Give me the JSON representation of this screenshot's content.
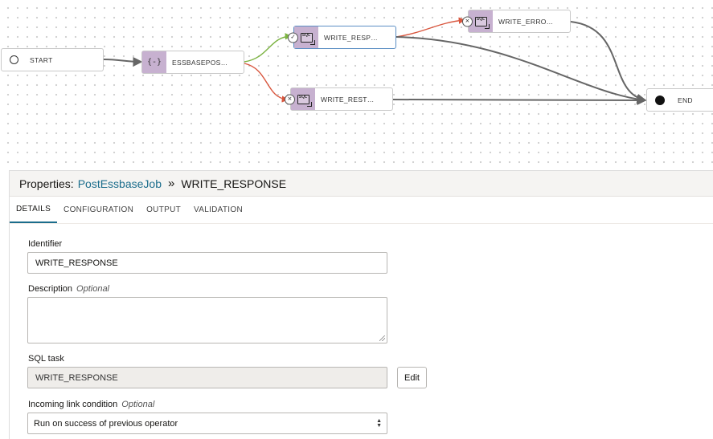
{
  "canvas": {
    "nodes": {
      "start": {
        "label": "START"
      },
      "essbase": {
        "label": "ESSBASEPOS…",
        "icon": "{-}"
      },
      "write_resp": {
        "label": "WRITE_RESP…",
        "icon": "SQL",
        "badge": "✓"
      },
      "write_rest": {
        "label": "WRITE_REST…",
        "icon": "SQL",
        "badge": "×"
      },
      "write_erro": {
        "label": "WRITE_ERRO…",
        "icon": "SQL",
        "badge": "×"
      },
      "end": {
        "label": "END"
      }
    },
    "colors": {
      "success_link": "#7cb342",
      "error_link": "#d9573f",
      "default_link": "#666666",
      "tile": "#c7b1d0"
    }
  },
  "panel": {
    "title_prefix": "Properties:",
    "job_link": "PostEssbaseJob",
    "separator": "»",
    "selected_name": "WRITE_RESPONSE",
    "tabs": [
      {
        "label": "DETAILS",
        "active": true
      },
      {
        "label": "CONFIGURATION",
        "active": false
      },
      {
        "label": "OUTPUT",
        "active": false
      },
      {
        "label": "VALIDATION",
        "active": false
      }
    ],
    "fields": {
      "identifier": {
        "label": "Identifier",
        "value": "WRITE_RESPONSE"
      },
      "description": {
        "label": "Description",
        "optional": "Optional",
        "value": ""
      },
      "sql_task": {
        "label": "SQL task",
        "value": "WRITE_RESPONSE",
        "button": "Edit"
      },
      "link_condition": {
        "label": "Incoming link condition",
        "optional": "Optional",
        "value": "Run on success of previous operator"
      }
    }
  }
}
